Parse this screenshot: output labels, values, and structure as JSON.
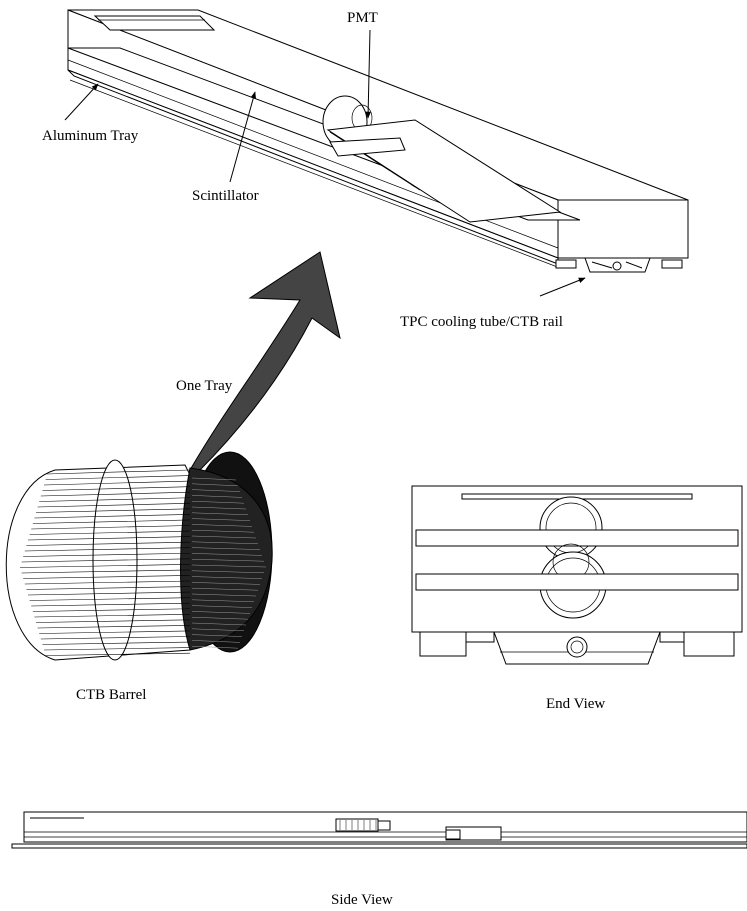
{
  "labels": {
    "pmt": "PMT",
    "aluminum_tray": "Aluminum Tray",
    "scintillator": "Scintillator",
    "cooling_tube": "TPC cooling tube/CTB rail",
    "one_tray": "One Tray",
    "ctb_barrel": "CTB Barrel",
    "end_view": "End View",
    "side_view": "Side View"
  }
}
